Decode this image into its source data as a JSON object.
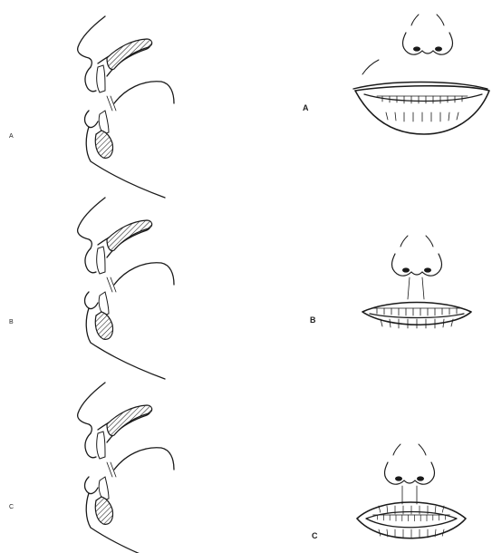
{
  "panels": [
    {
      "id": "a",
      "side_label": "A",
      "front_label": "A"
    },
    {
      "id": "b",
      "side_label": "B",
      "front_label": "B"
    },
    {
      "id": "c",
      "side_label": "C",
      "front_label": "C"
    }
  ],
  "colors": {
    "ink": "#1a1a1a",
    "background": "#ffffff"
  }
}
